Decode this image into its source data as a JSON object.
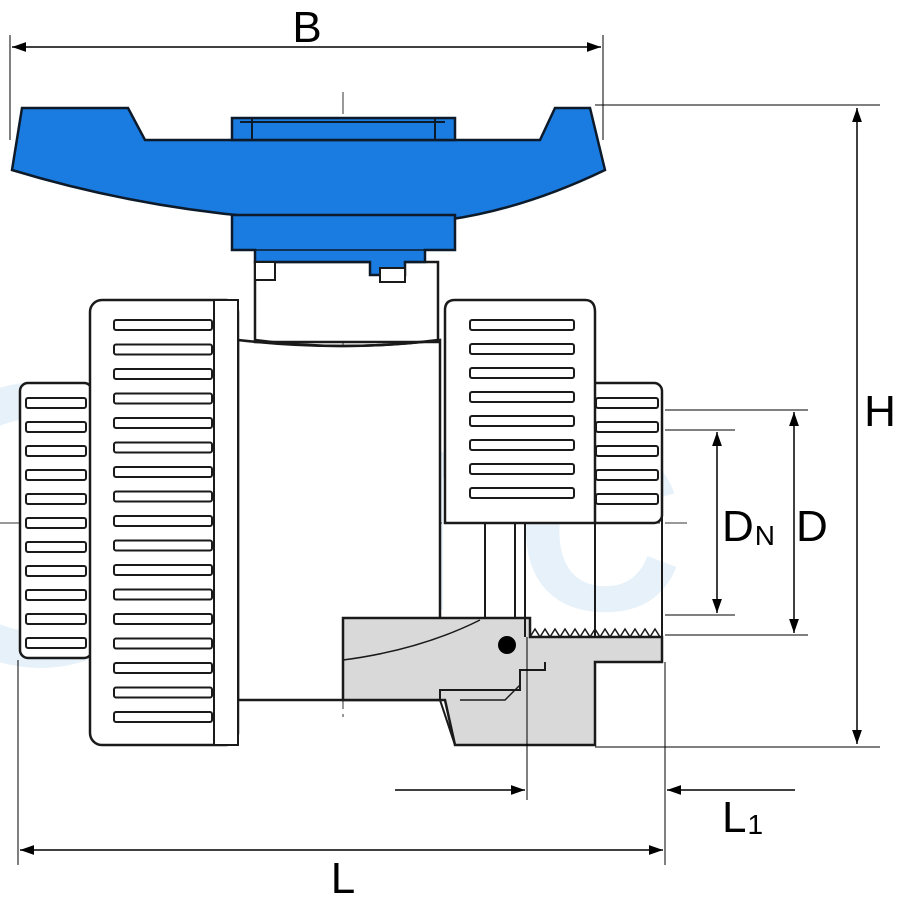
{
  "watermark": {
    "text": "HTC"
  },
  "dimensions": {
    "B": {
      "label": "B"
    },
    "H": {
      "label": "H"
    },
    "L": {
      "label": "L"
    },
    "L1": {
      "label": "L",
      "subscript": "1"
    },
    "DN": {
      "label": "D",
      "subscript": "N"
    },
    "D": {
      "label": "D"
    }
  },
  "colors": {
    "handle": "#1a7be0",
    "handle_outline": "#0d1a2a",
    "body_line": "#1a1a1a",
    "section_fill": "#d9d9d9",
    "watermark": "#e6f1f9"
  }
}
